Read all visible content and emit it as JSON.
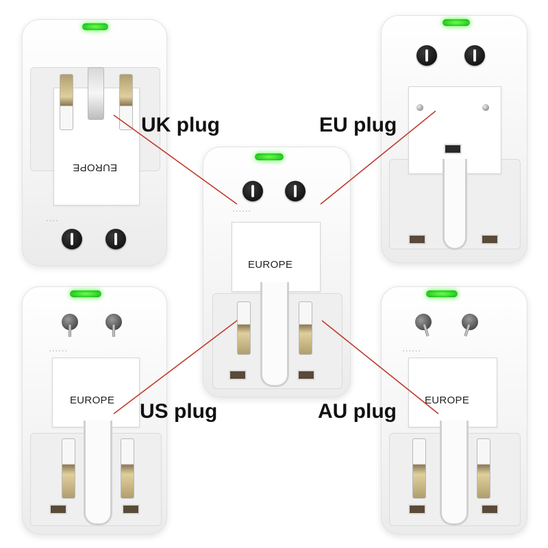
{
  "labels": {
    "uk": "UK plug",
    "eu": "EU plug",
    "us": "US plug",
    "au": "AU plug"
  },
  "adapter_marks": {
    "top_left": "EUROPE",
    "center": "EUROPE",
    "bottom_left": "EUROPE",
    "bottom_right": "EUROPE"
  },
  "colors": {
    "indicator_led": "#2fd22a",
    "leader_line": "#c0392b",
    "label_text": "#111111",
    "background": "#ffffff"
  }
}
